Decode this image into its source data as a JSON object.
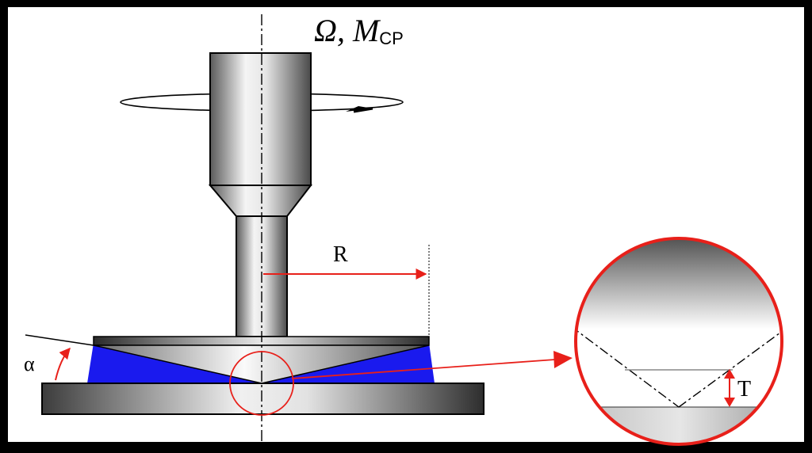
{
  "labels": {
    "omega_symbol": "Ω",
    "separator": ", ",
    "moment_symbol": "M",
    "moment_subscript": "CP",
    "radius": "R",
    "alpha": "α",
    "gap": "T"
  },
  "colors": {
    "frame": "#000000",
    "background": "#ffffff",
    "sample_fill": "#1a1aee",
    "dimension_red": "#e8201a",
    "metal_dark": "#3a3a3a",
    "metal_light": "#f2f2f2"
  }
}
